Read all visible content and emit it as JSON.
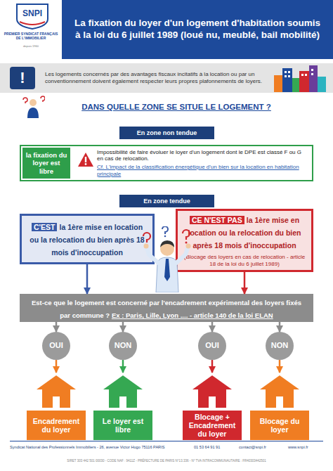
{
  "diagram": {
    "title": "La fixation du loyer d'un logement d'habitation soumis à la loi du 6 juillet 1989 (loué nu, meublé, bail mobilité)",
    "nodes": [
      {
        "text": [
          "Les logements concernés par des avantages fiscaux incitatifs à la location ou par un conventionnement doivent également respecter leurs propres plafonnements de loyers."
        ]
      },
      {
        "text": [
          "!"
        ],
        "in": 0
      },
      {
        "text": [
          "En zone non tendue"
        ]
      },
      {
        "text": [
          "Impossibilité de faire évoluer le loyer d'un logement dont le DPE est classé F ou G en cas de relocation.",
          "Cf. L'impact de la classification énergétique d'un bien sur la location en habitation principale"
        ]
      },
      {
        "text": [
          "la fixation du loyer est libre"
        ],
        "in": 3
      },
      {
        "text": [
          "En zone tendue"
        ]
      },
      {
        "text": [
          "C'EST",
          "la 1ère mise en location ou la relocation du bien après 18 mois d'inoccupation"
        ]
      },
      {
        "text": [
          "CE N'EST PAS",
          "la 1ère mise en location ou la relocation du bien après 18 mois d'inoccupation",
          "(Blocage des loyers en cas de relocation - article 18 de la loi du 6 juillet 1989)"
        ]
      },
      {
        "text": [
          "Est-ce que le logement est concerné par l'encadrement expérimental des loyers fixés par commune ?",
          "Ex : Paris, Lille, Lyon .... - article 140 de la loi ELAN"
        ]
      },
      {
        "text": [
          "OUI"
        ]
      },
      {
        "text": [
          "NON"
        ]
      },
      {
        "text": [
          "OUI"
        ]
      },
      {
        "text": [
          "NON"
        ]
      },
      {
        "text": [
          "Encadrement du loyer"
        ]
      },
      {
        "text": [
          "Le loyer est libre"
        ]
      },
      {
        "text": [
          "Blocage + Encadrement du loyer"
        ]
      },
      {
        "text": [
          "Blocage du loyer"
        ]
      }
    ],
    "edges": [
      {
        "from": 6,
        "to": 8,
        "arrow": "to"
      },
      {
        "from": 7,
        "to": 8,
        "arrow": "to"
      },
      {
        "from": 8,
        "to": 9,
        "arrow": "to"
      },
      {
        "from": 8,
        "to": 10,
        "arrow": "to"
      },
      {
        "from": 8,
        "to": 11,
        "arrow": "to"
      },
      {
        "from": 8,
        "to": 12,
        "arrow": "to"
      },
      {
        "from": 9,
        "to": 13,
        "arrow": "to"
      },
      {
        "from": 10,
        "to": 14,
        "arrow": "to"
      },
      {
        "from": 11,
        "to": 15,
        "arrow": "to"
      },
      {
        "from": 12,
        "to": 16,
        "arrow": "to"
      }
    ],
    "labels": [
      "SNPI",
      "PREMIER SYNDICAT FRANÇAIS DE L'IMMOBILIER",
      "depuis 1960",
      "DANS QUELLE ZONE SE SITUE LE LOGEMENT ?",
      "Syndicat National des Professionnels Immobiliers - 26, avenue Victor Hugo 75116 PARIS",
      "01 53 64 91 91",
      "contact@snpi.fr",
      "www.snpi.fr",
      "SIRET 303 442 501 00030 - CODE NAF : 9411Z - PRÉFECTURE DE PARIS N°13.336 - N° TVA INTRACOMMUNAUTAIRE : FR40303442501"
    ]
  }
}
